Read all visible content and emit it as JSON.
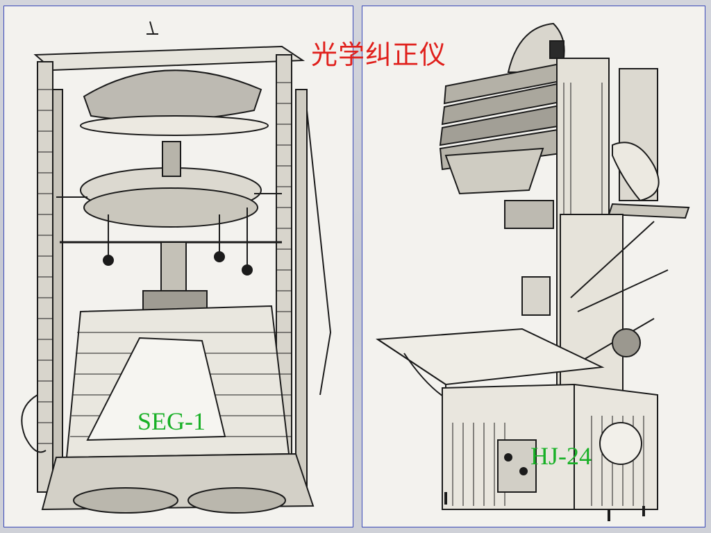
{
  "slide": {
    "title": "光学纠正仪",
    "colors": {
      "title": "#e0201c",
      "label": "#18b026",
      "frame": "#3a49b8"
    }
  },
  "figures": [
    {
      "label": "SEG-1",
      "picture": "rectifier-machine-seg1"
    },
    {
      "label": "HJ-24",
      "picture": "rectifier-machine-hj24"
    }
  ]
}
